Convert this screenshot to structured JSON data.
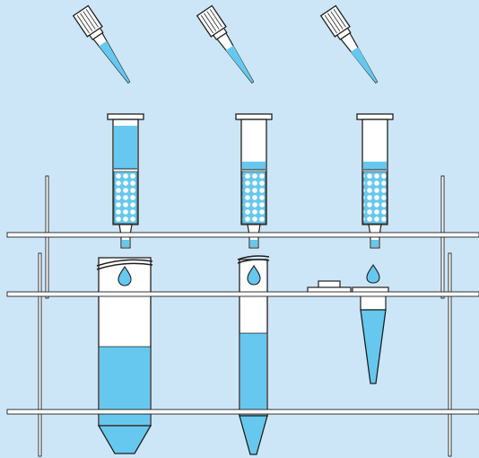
{
  "colors": {
    "background": "#cde6f7",
    "liquid": "#66c8ee",
    "outline": "#1f1f1f",
    "white": "#ffffff",
    "rack": "#ffffff"
  },
  "icons": {
    "pipette": "pipette-icon",
    "column": "spin-column-icon",
    "drop": "drop-icon",
    "tube_large": "conical-tube-50ml-icon",
    "tube_medium": "conical-tube-15ml-icon",
    "tube_small": "microcentrifuge-tube-icon"
  },
  "steps": [
    {
      "id": "step-1",
      "collection": "large-conical-tube"
    },
    {
      "id": "step-2",
      "collection": "medium-conical-tube"
    },
    {
      "id": "step-3",
      "collection": "microcentrifuge-tube"
    }
  ]
}
